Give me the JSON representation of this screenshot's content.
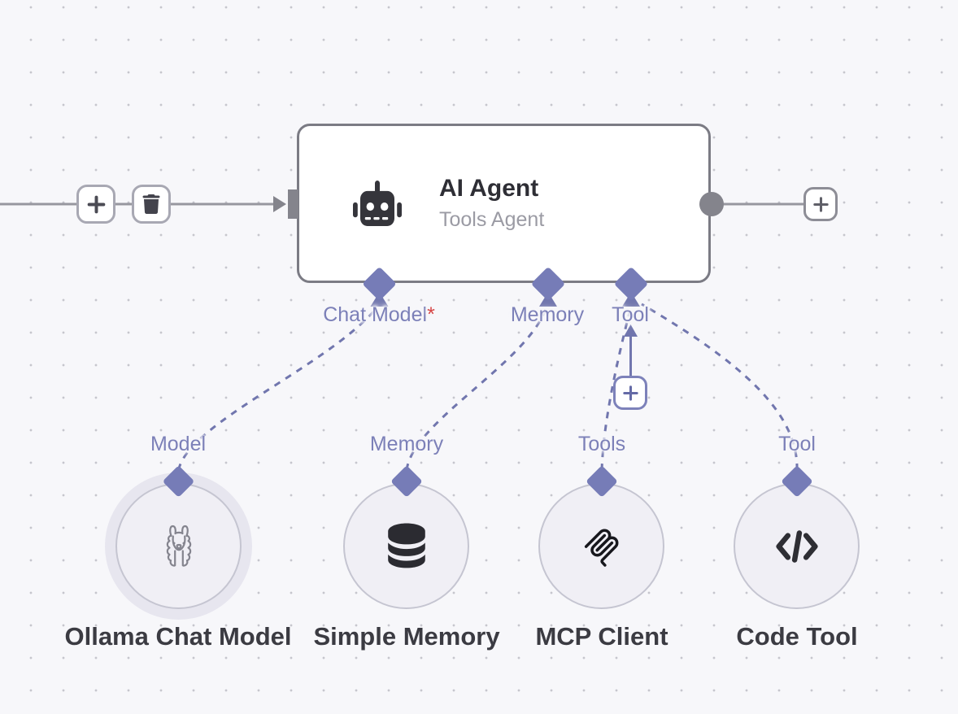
{
  "agent_node": {
    "title": "AI Agent",
    "subtitle": "Tools Agent",
    "icon": "robot-icon",
    "ports": [
      {
        "label": "Chat Model",
        "required_marker": "*"
      },
      {
        "label": "Memory",
        "required_marker": ""
      },
      {
        "label": "Tool",
        "required_marker": ""
      }
    ]
  },
  "sub_nodes": [
    {
      "name": "Ollama Chat Model",
      "port_label": "Model",
      "icon": "llama-icon",
      "selected": true
    },
    {
      "name": "Simple Memory",
      "port_label": "Memory",
      "icon": "database-icon",
      "selected": false
    },
    {
      "name": "MCP Client",
      "port_label": "Tools",
      "icon": "mcp-icon",
      "selected": false
    },
    {
      "name": "Code Tool",
      "port_label": "Tool",
      "icon": "code-icon",
      "selected": false
    }
  ],
  "toolbar_icons": [
    "plus-icon",
    "trash-icon"
  ],
  "add_node_icon": "plus-icon",
  "colors": {
    "canvas_bg": "#f7f7fa",
    "accent_indigo": "#767cb7",
    "wire_indigo": "#7176ae",
    "wire_gray": "#97979f",
    "endpoint_gray": "#84848c",
    "required_red": "#d64545"
  }
}
